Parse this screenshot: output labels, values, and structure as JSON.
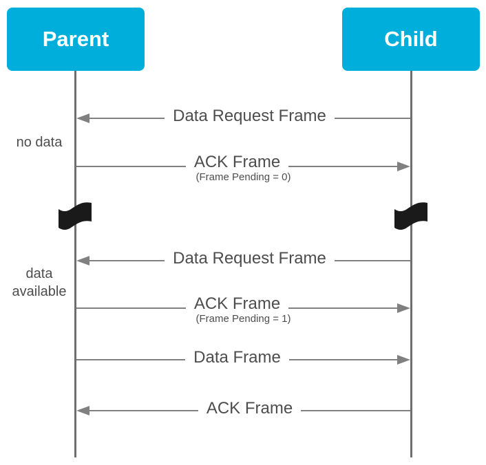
{
  "diagram": {
    "actors": [
      {
        "id": "parent",
        "label": "Parent"
      },
      {
        "id": "child",
        "label": "Child"
      }
    ],
    "messages": [
      {
        "label": "Data Request Frame",
        "subtitle": "",
        "from": "child",
        "to": "parent"
      },
      {
        "label": "ACK Frame",
        "subtitle": "(Frame Pending = 0)",
        "from": "parent",
        "to": "child"
      },
      {
        "label": "Data Request Frame",
        "subtitle": "",
        "from": "child",
        "to": "parent"
      },
      {
        "label": "ACK Frame",
        "subtitle": "(Frame Pending = 1)",
        "from": "parent",
        "to": "child"
      },
      {
        "label": "Data Frame",
        "subtitle": "",
        "from": "parent",
        "to": "child"
      },
      {
        "label": "ACK Frame",
        "subtitle": "",
        "from": "child",
        "to": "parent"
      }
    ],
    "side_notes": [
      {
        "text": "no data"
      },
      {
        "text": "data available"
      }
    ],
    "icons": [
      {
        "name": "flag-icon",
        "meaning": "time break on lifeline"
      }
    ],
    "colors": {
      "actor_fill": "#00AEDB",
      "actor_text": "#FFFFFF",
      "line": "#808080",
      "lifeline": "#6E6E6E",
      "text": "#4D4D4D",
      "flag": "#1A1A1A"
    }
  }
}
